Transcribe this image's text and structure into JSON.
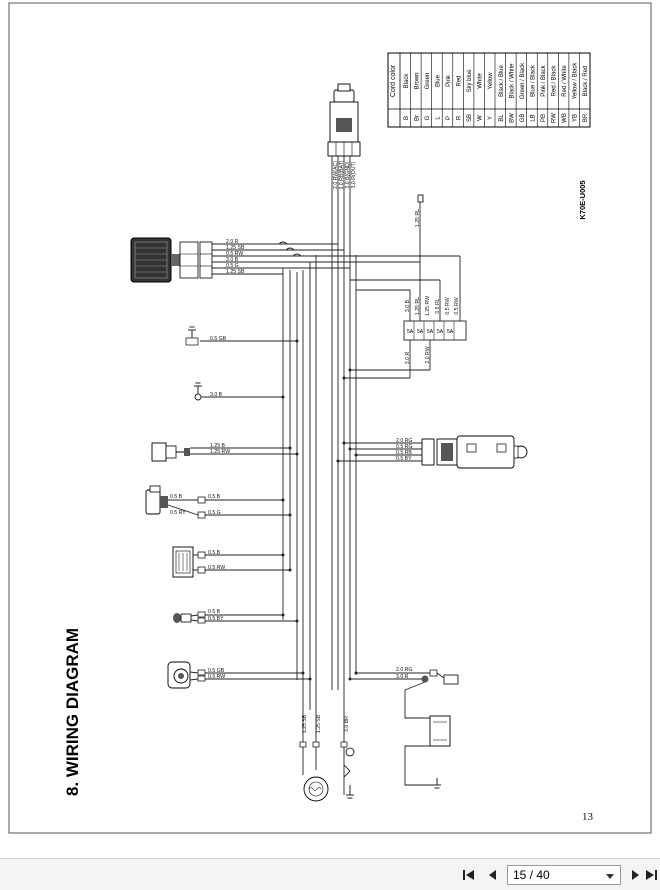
{
  "document": {
    "title": "8. WIRING DIAGRAM",
    "code": "K70E-U005",
    "page_number": "13",
    "color_table": {
      "header": "Cord color",
      "rows": [
        [
          "B",
          "Black"
        ],
        [
          "Br",
          "Brown"
        ],
        [
          "G",
          "Green"
        ],
        [
          "L",
          "Blue"
        ],
        [
          "P",
          "Pink"
        ],
        [
          "R",
          "Red"
        ],
        [
          "SB",
          "Sky blue"
        ],
        [
          "W",
          "White"
        ],
        [
          "Y",
          "Yellow"
        ],
        [
          "BL",
          "Black / Blue"
        ],
        [
          "BW",
          "Black / White"
        ],
        [
          "GB",
          "Green / Black"
        ],
        [
          "LB",
          "Blue / Black"
        ],
        [
          "PB",
          "Pink / Black"
        ],
        [
          "RW",
          "Red / Black"
        ],
        [
          "WB",
          "Red / White"
        ],
        [
          "YB",
          "Yellow / Black"
        ],
        [
          "BR",
          "Black / Red"
        ]
      ]
    },
    "wire_labels": {
      "reg_1": "2.0 R",
      "reg_2": "1.25 SB",
      "reg_3": "0.5 RW",
      "reg_4": "3.0 B",
      "reg_5": "0.5 G",
      "reg_6": "1.25 SB",
      "gnd1": "0.5 GB",
      "gnd2": "3.0 B",
      "ign_1": "1.25 B",
      "ign_2": "1.25 RW",
      "c1_1": "0.5 B",
      "c1_2": "0.5 RY",
      "c2_1": "0.5 B",
      "c2_2": "0.5 RW",
      "c3_1": "0.5 B",
      "c3_2": "0.5 BY",
      "c4_1": "0.5 GB",
      "c4_2": "0.5 RW",
      "top_1": "2.0 RW(AC)",
      "top_2": "3.0 RB(BAT)",
      "top_3": "3.0 B(GND)",
      "top_4": "3.0 R(OUT)",
      "rl": "1.25 RL",
      "fb_1": "3.0 B",
      "fb_2": "1.25 RL",
      "fb_3": "1.25 RW",
      "fb_4": "0.5 RL",
      "fb_5": "0.5 RW",
      "fb_6": "0.5 RW",
      "fb_bot_1": "3.0 R",
      "fb_bot_2": "2.0 RW",
      "sw_1": "2.0 RG",
      "sw_2": "0.5 RG",
      "sw_3": "0.5 RB",
      "sw_4": "0.5 BY",
      "bat_1": "2.0 RG",
      "bat_2": "3.0 R",
      "bot_1": "1.25 SB",
      "bot_2": "1.25 SB",
      "bot_3": "3.0 BR"
    }
  },
  "viewer": {
    "page_indicator": "15 / 40"
  }
}
